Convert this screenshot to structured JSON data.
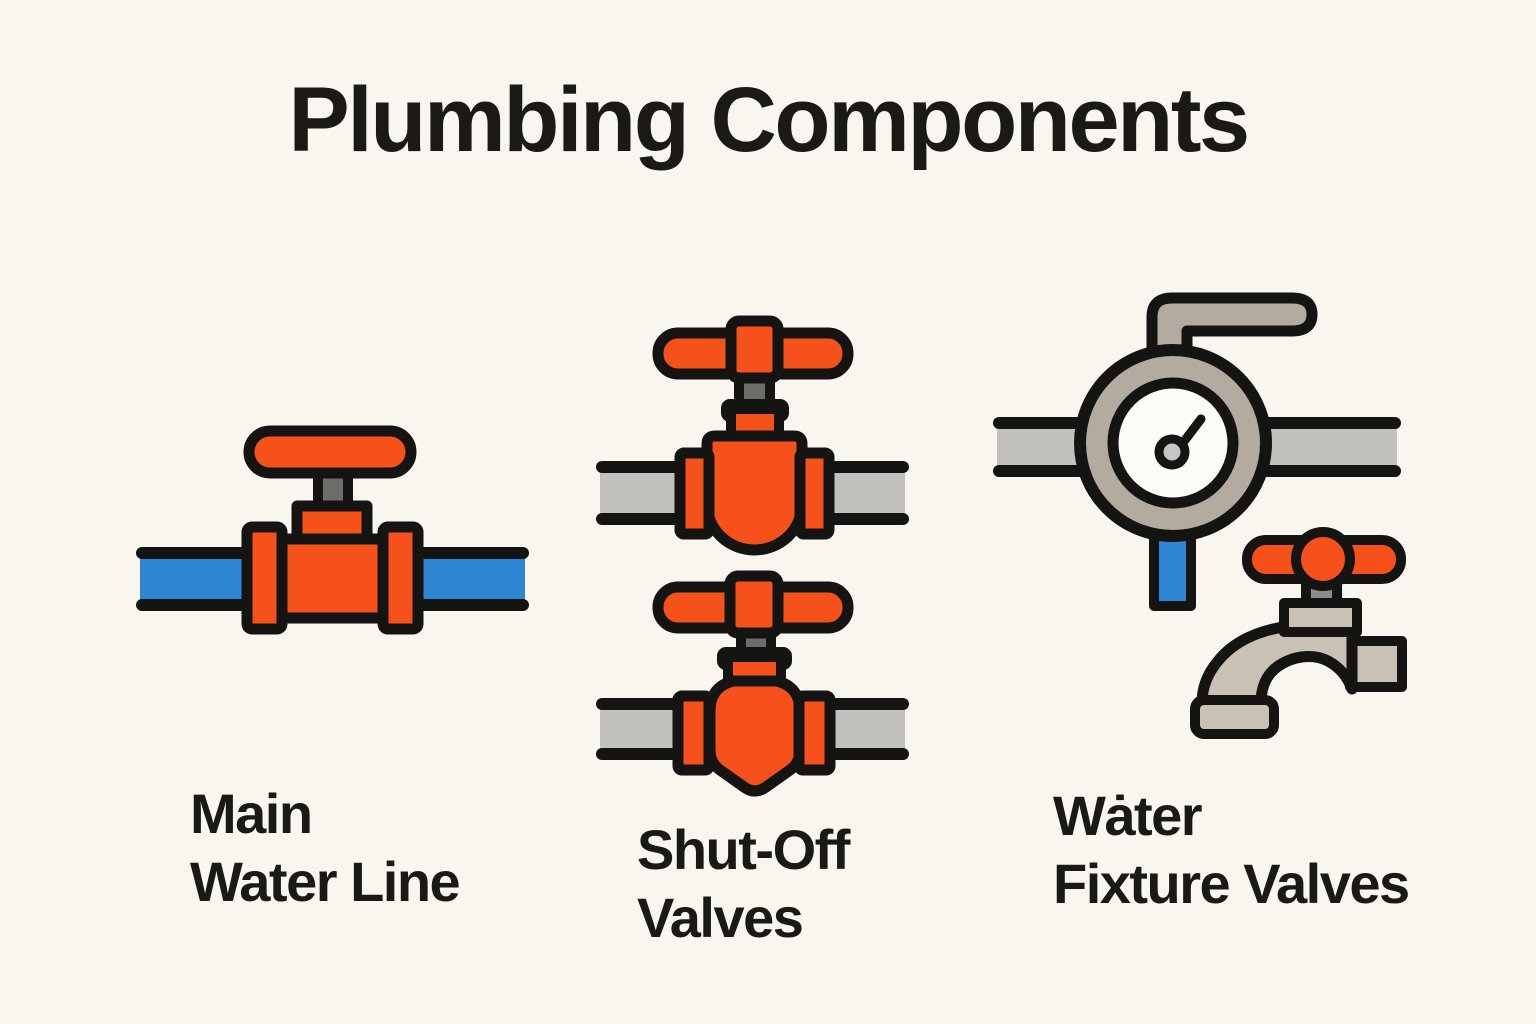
{
  "title": "Plumbing Components",
  "figures": [
    {
      "icon": "gate-valve-on-blue-pipe-icon",
      "label_line1": "Main",
      "label_line2": "Water Line"
    },
    {
      "icon": "shut-off-valves-on-gray-pipes-icon",
      "label_line1": "Shut-Off",
      "label_line2": "Valves"
    },
    {
      "icon": "water-meter-and-faucet-icon",
      "label_line1": "Wȧter",
      "label_line2": "Fixture Valves"
    }
  ],
  "colors": {
    "background": "#F8F6EE",
    "outline": "#141413",
    "text": "#1B1915",
    "orange": "#F6511A",
    "blue": "#2E86D3",
    "pipe_gray": "#C3C1BD",
    "taupe": "#B4ABA0",
    "taupe_light": "#C9C1B3",
    "stem_dark": "#6E6C68",
    "stem_light": "#8D8B87",
    "hub_gray": "#C8C6C2",
    "gauge_face": "#FCFBF6"
  }
}
